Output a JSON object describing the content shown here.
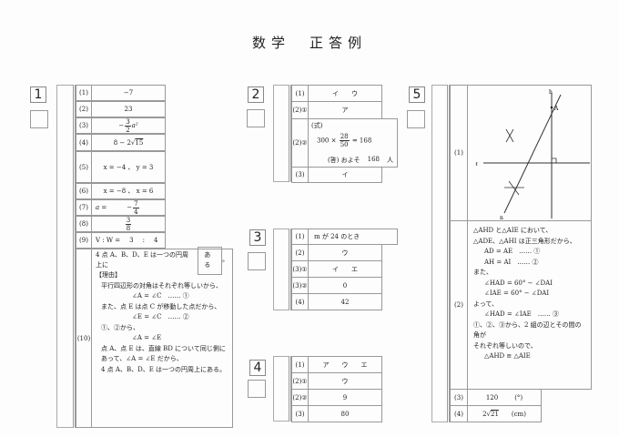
{
  "title": "数学　正答例",
  "s1": {
    "label": "1",
    "rows": [
      {
        "num": "(1)",
        "ans": "−7"
      },
      {
        "num": "(2)",
        "ans": "23"
      },
      {
        "num": "(3)",
        "sign": "−",
        "fn": "3",
        "fd": "2",
        "tail": "a²"
      },
      {
        "num": "(4)",
        "pre": "8 − 2√",
        "rad": "15"
      },
      {
        "num": "(5)",
        "ans": "x = −4 、 y = 3"
      },
      {
        "num": "(6)",
        "ans": "x = −8 、 x = 6"
      },
      {
        "num": "(7)",
        "pre": "a =",
        "sign": "−",
        "fn": "7",
        "fd": "4"
      },
      {
        "num": "(8)",
        "fn": "3",
        "fd": "8"
      },
      {
        "num": "(9)",
        "pre": "V : W =",
        "a": "3",
        "sep": ":",
        "b": "4"
      },
      {
        "num": "(10)",
        "lead": "4 点 A、B、D、E は一つの円周上に",
        "box": "ある",
        "dot": "。",
        "lines": [
          "【理由】",
          "平行四辺形の対角はそれぞれ等しいから、",
          "∠A = ∠C　……  ①",
          "また、点 E は点 C が移動した点だから、",
          "∠E = ∠C　……  ②",
          "①、②から、",
          "∠A = ∠E",
          "点 A、点 E は、直線 BD について同じ側に",
          "あって、∠A = ∠E だから、",
          "4 点 A、B、D、E は一つの円周上にある。"
        ]
      }
    ]
  },
  "s2": {
    "label": "2",
    "rows": [
      {
        "num": "(1)",
        "ans": "イ　　ウ"
      },
      {
        "num": "(2)①",
        "ans": "ア"
      },
      {
        "num": "(2)②",
        "shiki": "(式)",
        "pre": "300 ×",
        "fn": "28",
        "fd": "50",
        "post": "= 168",
        "kotae": "(答) およそ",
        "val": "168",
        "unit": "人"
      },
      {
        "num": "(3)",
        "ans": "イ"
      }
    ]
  },
  "s3": {
    "label": "3",
    "rows": [
      {
        "num": "(1)",
        "ans": "m が 24 のとき"
      },
      {
        "num": "(2)",
        "ans": "ウ"
      },
      {
        "num": "(3)①",
        "ans": "イ　　エ"
      },
      {
        "num": "(3)②",
        "ans": "0"
      },
      {
        "num": "(4)",
        "ans": "42"
      }
    ]
  },
  "s4": {
    "label": "4",
    "rows": [
      {
        "num": "(1)",
        "ans": "ア　　ウ　　エ"
      },
      {
        "num": "(2)①",
        "ans": "ウ"
      },
      {
        "num": "(2)②",
        "ans": "9"
      },
      {
        "num": "(3)",
        "ans": "80"
      }
    ]
  },
  "s5": {
    "label": "5",
    "rows": [
      {
        "num": "(1)",
        "fig": {
          "h": "h",
          "A": "A",
          "l": "ℓ",
          "n": "n"
        }
      },
      {
        "num": "(2)",
        "lines": [
          "△AHD と△AIE において、",
          "△ADE、△AHI は正三角形だから、",
          "AD = AE　……  ①",
          "AH = AI　……  ②",
          "また、",
          "∠HAD = 60° − ∠DAI",
          "∠IAE = 60° − ∠DAI",
          "よって、",
          "∠HAD = ∠IAE　……  ③",
          "①、②、③から、2 組の辺とその間の角が",
          "それぞれ等しいので、",
          "△AHD ≡ △AIE"
        ]
      },
      {
        "num": "(3)",
        "ans": "120",
        "unit": "(°)"
      },
      {
        "num": "(4)",
        "pre": "2√",
        "rad": "21",
        "unit": "(cm)"
      }
    ]
  }
}
